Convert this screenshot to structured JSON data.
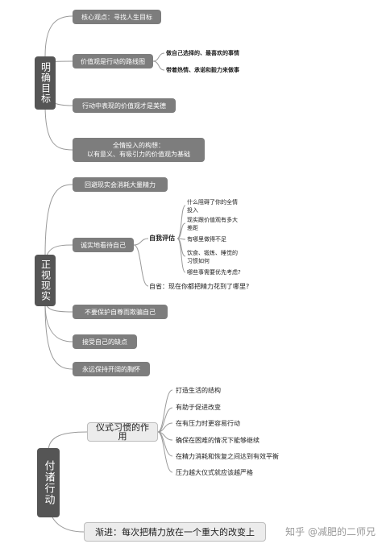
{
  "sections": [
    {
      "title": "明确目标",
      "items": [
        "核心观点：寻找人生目标",
        "价值观是行动的路线图",
        "行动中表现的价值观才是美德",
        "全情投入的构想：\n以有意义、有吸引力的价值观为基础"
      ],
      "value_sub": [
        "做自己选择的、最喜欢的事情",
        "带着热情、承诺和毅力来做事"
      ]
    },
    {
      "title": "正视现实",
      "items": [
        "回避现实会消耗大量精力",
        "诚实地看待自己",
        "不要保护自尊而欺骗自己",
        "接受自己的缺点",
        "永远保持开阔的胸怀"
      ],
      "self_assess": {
        "label": "自我评估",
        "items": [
          "什么阻碍了你的全情\n投入",
          "现实跟价值观有多大\n差距",
          "有哪里做得不足",
          "饮食、锻炼、睡觉的\n习惯如何",
          "哪些事需要优先考虑?"
        ]
      },
      "self_question": "自省：现在你都把精力花到了哪里?"
    },
    {
      "title": "付诸行动",
      "ritual": {
        "label": "仪式习惯的作用",
        "items": [
          "打造生活的结构",
          "有助于促进改变",
          "在有压力时更容易行动",
          "确保在困难的情况下能够继续",
          "在精力消耗和恢复之间达到有效平衡",
          "压力越大仪式就应该越严格"
        ]
      },
      "gradual": "渐进：每次把精力放在一个重大的改变上"
    }
  ],
  "watermark": "知乎 @减肥的二师兄"
}
